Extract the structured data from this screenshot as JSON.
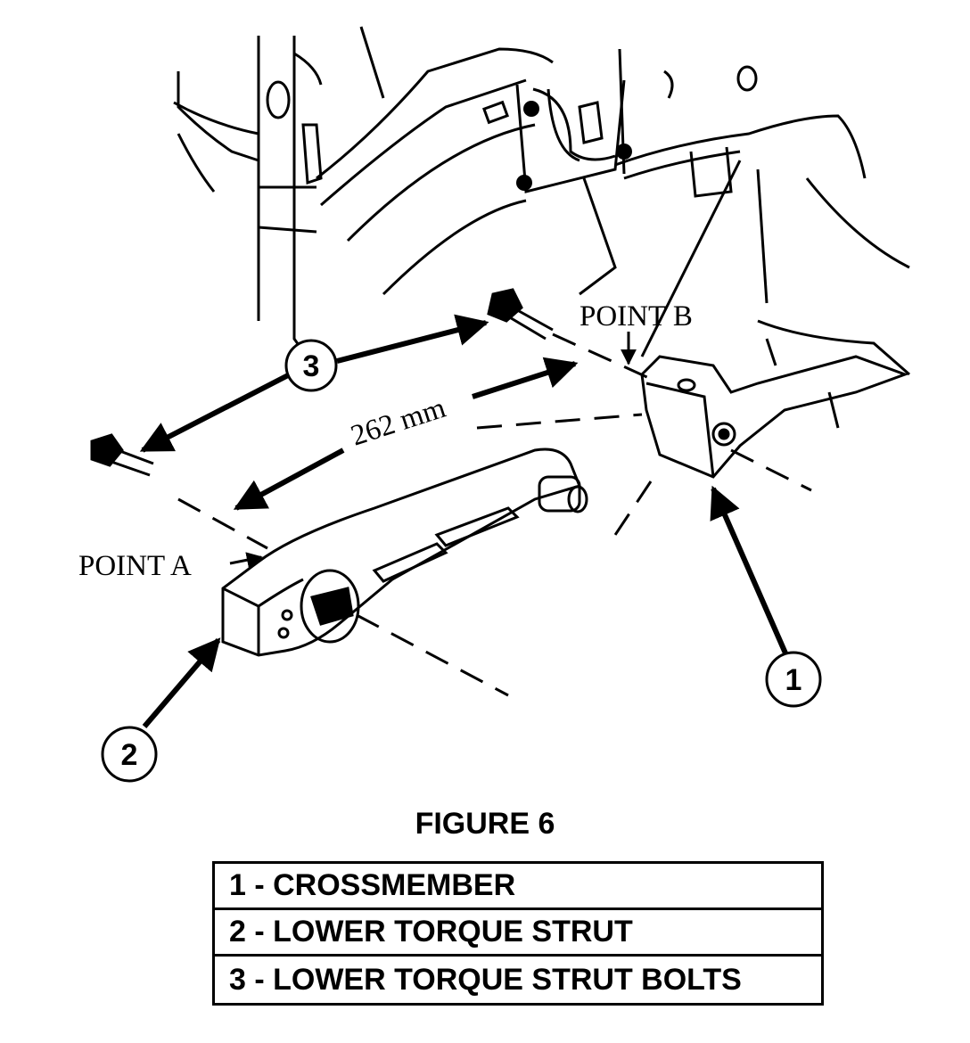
{
  "figure": {
    "title": "FIGURE 6",
    "point_a_label": "POINT A",
    "point_b_label": "POINT B",
    "dimension_label": "262 mm",
    "callouts": [
      "1",
      "2",
      "3"
    ]
  },
  "legend": {
    "items": [
      "1 - CROSSMEMBER",
      "2 - LOWER TORQUE STRUT",
      "3 - LOWER TORQUE STRUT BOLTS"
    ]
  }
}
